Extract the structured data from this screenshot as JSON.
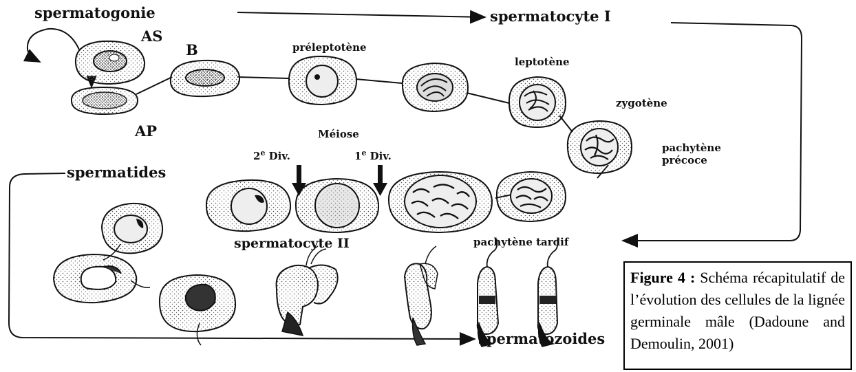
{
  "labels": {
    "spermatogonie": "spermatogonie",
    "as": "AS",
    "ap": "AP",
    "b": "B",
    "preleptotene": "préleptotène",
    "leptotene": "leptotène",
    "zygotene": "zygotène",
    "pachytene_precoce_1": "pachytène",
    "pachytene_precoce_2": "précoce",
    "pachytene_tardif": "pachytène tardif",
    "spermatocyte_1": "spermatocyte I",
    "meiose": "Méiose",
    "div2_num": "2",
    "div2_sup": "e",
    "div2_txt": " Div.",
    "div1_num": "1",
    "div1_sup": "e",
    "div1_txt": " Div.",
    "spermatides": "spermatides",
    "spermatocyte_2": "spermatocyte II",
    "spermatozoides": "spermatozoides"
  },
  "caption": {
    "figure_label": "Figure 4 :",
    "text": "Schéma récapitulatif de l’évolution des cellules de la lignée germinale mâle (Dadoune and Demoulin, 2001)"
  }
}
